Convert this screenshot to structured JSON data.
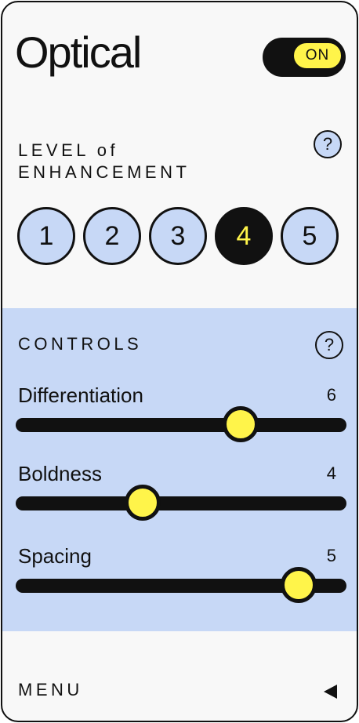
{
  "header": {
    "title": "Optical",
    "toggle_label": "ON",
    "toggle_on": true
  },
  "level": {
    "label_line1": "LEVEL of",
    "label_line2": "ENHANCEMENT",
    "help_icon": "question-circle-icon",
    "help_glyph": "?",
    "options": [
      "1",
      "2",
      "3",
      "4",
      "5"
    ],
    "selected": "4"
  },
  "controls": {
    "label": "CONTROLS",
    "help_icon": "question-circle-icon",
    "help_glyph": "?",
    "sliders": [
      {
        "label": "Differentiation",
        "value": "6",
        "fraction": 0.68
      },
      {
        "label": "Boldness",
        "value": "4",
        "fraction": 0.385
      },
      {
        "label": "Spacing",
        "value": "5",
        "fraction": 0.855
      }
    ]
  },
  "menu": {
    "label": "MENU",
    "arrow_icon": "caret-left-icon"
  },
  "colors": {
    "accent_yellow": "#fff44a",
    "controls_bg": "#c7d8f6",
    "ink": "#111111",
    "panel_bg": "#f8f8f8"
  }
}
